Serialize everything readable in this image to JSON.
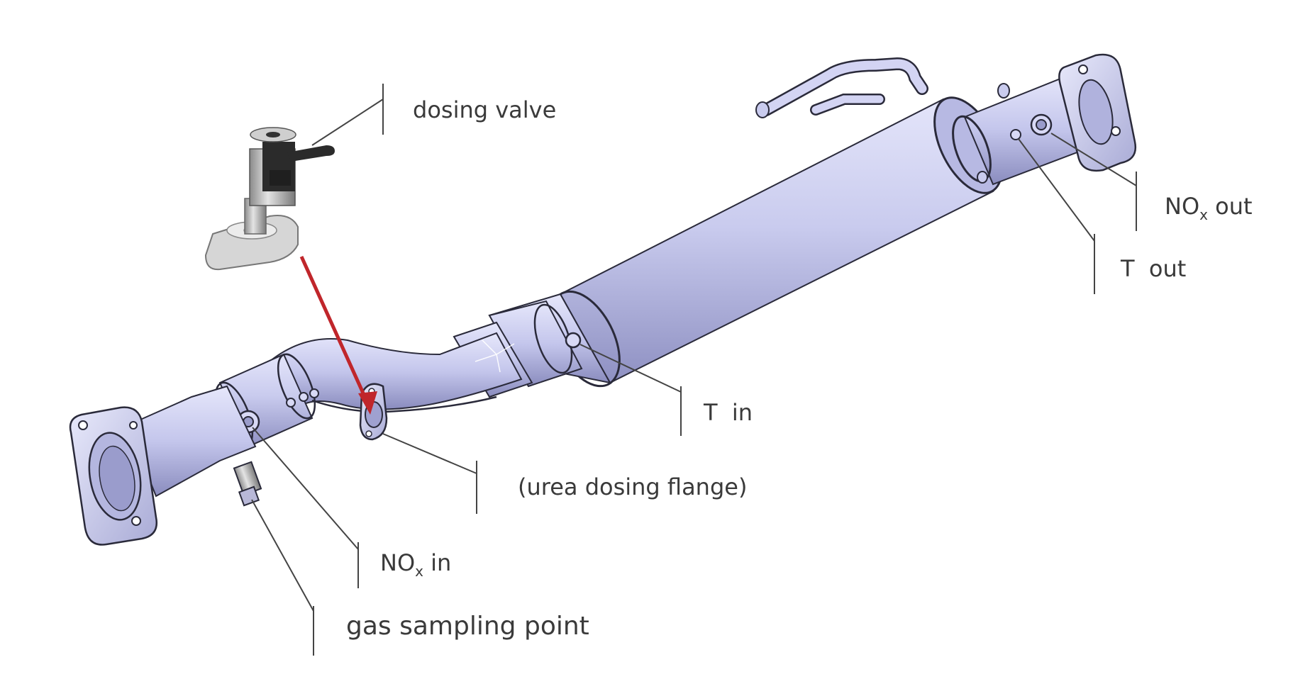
{
  "labels": {
    "dosing_valve": "dosing valve",
    "nox_out_main": "NO",
    "nox_out_sub": "x",
    "nox_out_rest": " out",
    "t_out": "T  out",
    "t_in": "T  in",
    "urea_flange": "(urea dosing flange)",
    "nox_in_main": "NO",
    "nox_in_sub": "x",
    "nox_in_rest": " in",
    "gas_sampling": "gas sampling point"
  },
  "colors": {
    "pipe_body": "#c9cbee",
    "pipe_light": "#dfe0f7",
    "pipe_dark": "#8e90c2",
    "outline": "#2a2a3a",
    "leader_line": "#444444",
    "arrow": "#c0262b",
    "valve_metal": "#b8b8b8",
    "label_text": "#3a3a3a"
  },
  "icons": {
    "dosing_valve_part": "solenoid-valve-icon",
    "flow_arrow": "red-arrow-icon"
  }
}
